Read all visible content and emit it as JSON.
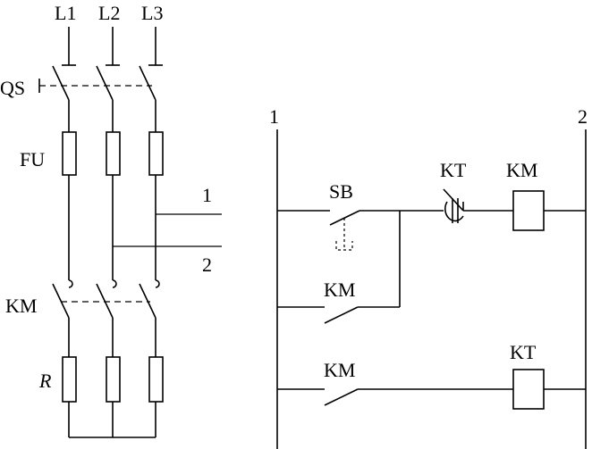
{
  "labels": {
    "phase_1": "L1",
    "phase_2": "L2",
    "phase_3": "L3",
    "isolator": "QS",
    "fuse": "FU",
    "contactor_main": "KM",
    "resistor": "R",
    "terminal_1": "1",
    "terminal_2": "2",
    "rail_left": "1",
    "rail_right": "2",
    "pushbutton": "SB",
    "timer_contact": "KT",
    "contactor_coil": "KM",
    "hold_contact": "KM",
    "timer_enable_contact": "KM",
    "timer_coil": "KT"
  }
}
